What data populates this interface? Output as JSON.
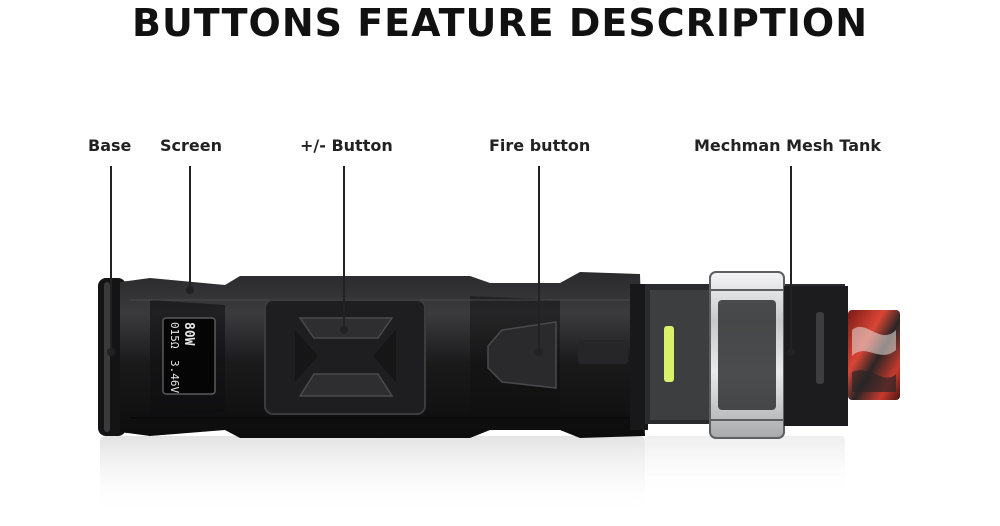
{
  "title": "BUTTONS FEATURE DESCRIPTION",
  "labels": {
    "base": "Base",
    "screen": "Screen",
    "plus_minus": "+/- Button",
    "fire": "Fire button",
    "tank": "Mechman Mesh Tank"
  },
  "screen": {
    "wattage": "80W",
    "resistance": "015Ω",
    "voltage": "3.46V"
  },
  "colors": {
    "body": "#1b1b1d",
    "tank_glass": "#d9dadc",
    "drip_tip": "#c0352b"
  }
}
